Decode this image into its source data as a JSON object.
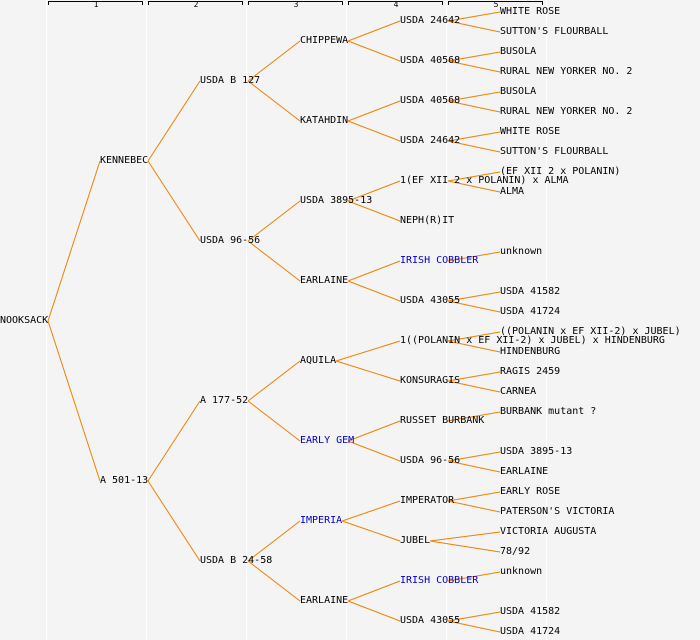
{
  "colors": {
    "line": "#f08000",
    "link": "#0000cc",
    "background": "#f4f4f4",
    "separator": "#ffffff",
    "bracket": "#000000"
  },
  "generations": [
    "1",
    "2",
    "3",
    "4",
    "5"
  ],
  "tree": {
    "name": "NOOKSACK",
    "children": [
      {
        "name": "KENNEBEC",
        "children": [
          {
            "name": "USDA B 127",
            "children": [
              {
                "name": "CHIPPEWA",
                "children": [
                  {
                    "name": "USDA 24642",
                    "children": [
                      {
                        "name": "WHITE ROSE"
                      },
                      {
                        "name": "SUTTON'S FLOURBALL"
                      }
                    ]
                  },
                  {
                    "name": "USDA 40568",
                    "children": [
                      {
                        "name": "BUSOLA"
                      },
                      {
                        "name": "RURAL NEW YORKER NO. 2"
                      }
                    ]
                  }
                ]
              },
              {
                "name": "KATAHDIN",
                "children": [
                  {
                    "name": "USDA 40568",
                    "children": [
                      {
                        "name": "BUSOLA"
                      },
                      {
                        "name": "RURAL NEW YORKER NO. 2"
                      }
                    ]
                  },
                  {
                    "name": "USDA 24642",
                    "children": [
                      {
                        "name": "WHITE ROSE"
                      },
                      {
                        "name": "SUTTON'S FLOURBALL"
                      }
                    ]
                  }
                ]
              }
            ]
          },
          {
            "name": "USDA 96-56",
            "children": [
              {
                "name": "USDA 3895-13",
                "children": [
                  {
                    "name": "1(EF XII 2 x POLANIN) x ALMA",
                    "children": [
                      {
                        "name": "(EF XII 2 x POLANIN)"
                      },
                      {
                        "name": "ALMA"
                      }
                    ]
                  },
                  {
                    "name": "NEPH(R)IT"
                  }
                ]
              },
              {
                "name": "EARLAINE",
                "children": [
                  {
                    "name": "IRISH COBBLER",
                    "link": true,
                    "children": [
                      {
                        "name": "unknown"
                      }
                    ]
                  },
                  {
                    "name": "USDA 43055",
                    "children": [
                      {
                        "name": "USDA 41582"
                      },
                      {
                        "name": "USDA 41724"
                      }
                    ]
                  }
                ]
              }
            ]
          }
        ]
      },
      {
        "name": "A 501-13",
        "children": [
          {
            "name": "A 177-52",
            "children": [
              {
                "name": "AQUILA",
                "children": [
                  {
                    "name": "1((POLANIN x EF XII-2) x JUBEL) x HINDENBURG",
                    "children": [
                      {
                        "name": "((POLANIN x EF XII-2) x JUBEL)"
                      },
                      {
                        "name": "HINDENBURG"
                      }
                    ]
                  },
                  {
                    "name": "KONSURAGIS",
                    "children": [
                      {
                        "name": "RAGIS 2459"
                      },
                      {
                        "name": "CARNEA"
                      }
                    ]
                  }
                ]
              },
              {
                "name": "EARLY GEM",
                "link": true,
                "children": [
                  {
                    "name": "RUSSET BURBANK",
                    "children": [
                      {
                        "name": "BURBANK mutant ?"
                      }
                    ]
                  },
                  {
                    "name": "USDA 96-56",
                    "children": [
                      {
                        "name": "USDA 3895-13"
                      },
                      {
                        "name": "EARLAINE"
                      }
                    ]
                  }
                ]
              }
            ]
          },
          {
            "name": "USDA B 24-58",
            "children": [
              {
                "name": "IMPERIA",
                "link": true,
                "children": [
                  {
                    "name": "IMPERATOR",
                    "children": [
                      {
                        "name": "EARLY ROSE"
                      },
                      {
                        "name": "PATERSON'S VICTORIA"
                      }
                    ]
                  },
                  {
                    "name": "JUBEL",
                    "children": [
                      {
                        "name": "VICTORIA AUGUSTA"
                      },
                      {
                        "name": "78/92"
                      }
                    ]
                  }
                ]
              },
              {
                "name": "EARLAINE",
                "children": [
                  {
                    "name": "IRISH COBBLER",
                    "link": true,
                    "children": [
                      {
                        "name": "unknown"
                      }
                    ]
                  },
                  {
                    "name": "USDA 43055",
                    "children": [
                      {
                        "name": "USDA 41582"
                      },
                      {
                        "name": "USDA 41724"
                      }
                    ]
                  }
                ]
              }
            ]
          }
        ]
      }
    ]
  }
}
